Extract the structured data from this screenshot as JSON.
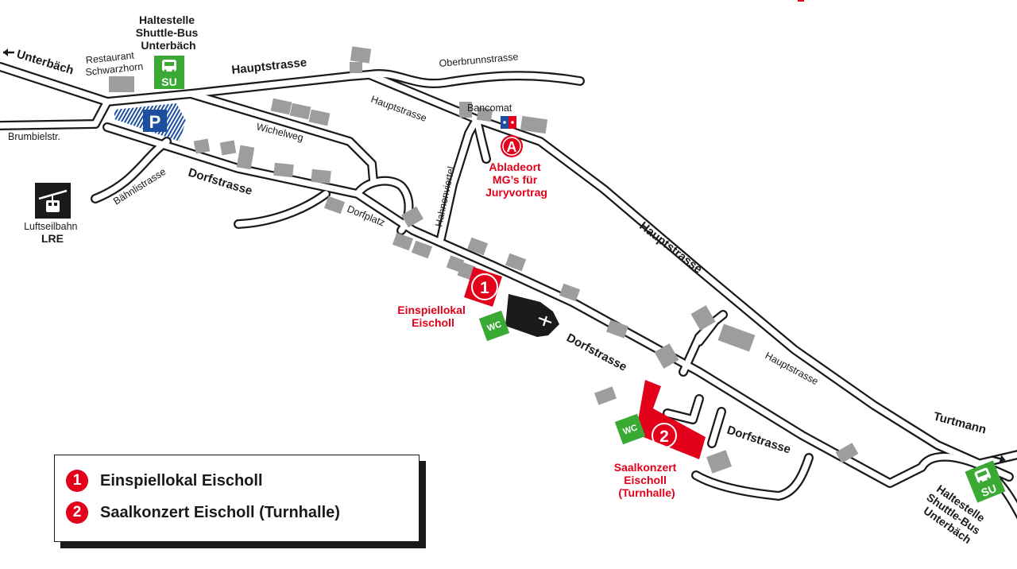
{
  "roads": {
    "hauptstrasse_top": "Hauptstrasse",
    "hauptstrasse_mid": "Hauptstrasse",
    "hauptstrasse_diag": "Hauptstrasse",
    "hauptstrasse_lower": "Hauptstrasse",
    "oberbrunnstrasse": "Oberbrunnstrasse",
    "wichelweg": "Wichelweg",
    "brumbielstr": "Brumbielstr.",
    "baehnlistrasse": "Bähnlistrasse",
    "dorfstrasse_left": "Dorfstrasse",
    "dorfstrasse_mid": "Dorfstrasse",
    "dorfstrasse_right": "Dorfstrasse",
    "dorfplatz": "Dorfplatz",
    "hahnenviertel": "Hahnenviertel"
  },
  "directions": {
    "unterbaech": "Unterbäch",
    "turtmann": "Turtmann"
  },
  "places": {
    "restaurant_line1": "Restaurant",
    "restaurant_line2": "Schwarzhorn",
    "bancomat": "Bancomat",
    "luftseilbahn_line1": "Luftseilbahn",
    "luftseilbahn_line2": "LRE"
  },
  "stops": {
    "top_line1": "Haltestelle",
    "top_line2": "Shuttle-Bus",
    "top_line3": "Unterbäch",
    "bottom_line1": "Haltestelle",
    "bottom_line2": "Shuttle-Bus",
    "bottom_line3": "Unterbäch",
    "su": "SU"
  },
  "markers": {
    "a_letter": "A",
    "a_line1": "Abladeort",
    "a_line2": "MG’s für",
    "a_line3": "Juryvortrag",
    "one_num": "1",
    "one_line1": "Einspiellokal",
    "one_line2": "Eischoll",
    "two_num": "2",
    "two_line1": "Saalkonzert",
    "two_line2": "Eischoll",
    "two_line3": "(Turnhalle)",
    "wc": "WC",
    "parking": "P"
  },
  "legend": {
    "items": [
      {
        "num": "1",
        "label": "Einspiellokal Eischoll"
      },
      {
        "num": "2",
        "label": "Saalkonzert Eischoll (Turnhalle)"
      }
    ]
  },
  "colors": {
    "red": "#e2001a",
    "green": "#3aaa35",
    "blue": "#1d4f9e",
    "building": "#9d9d9d",
    "black": "#1a1a1a"
  }
}
